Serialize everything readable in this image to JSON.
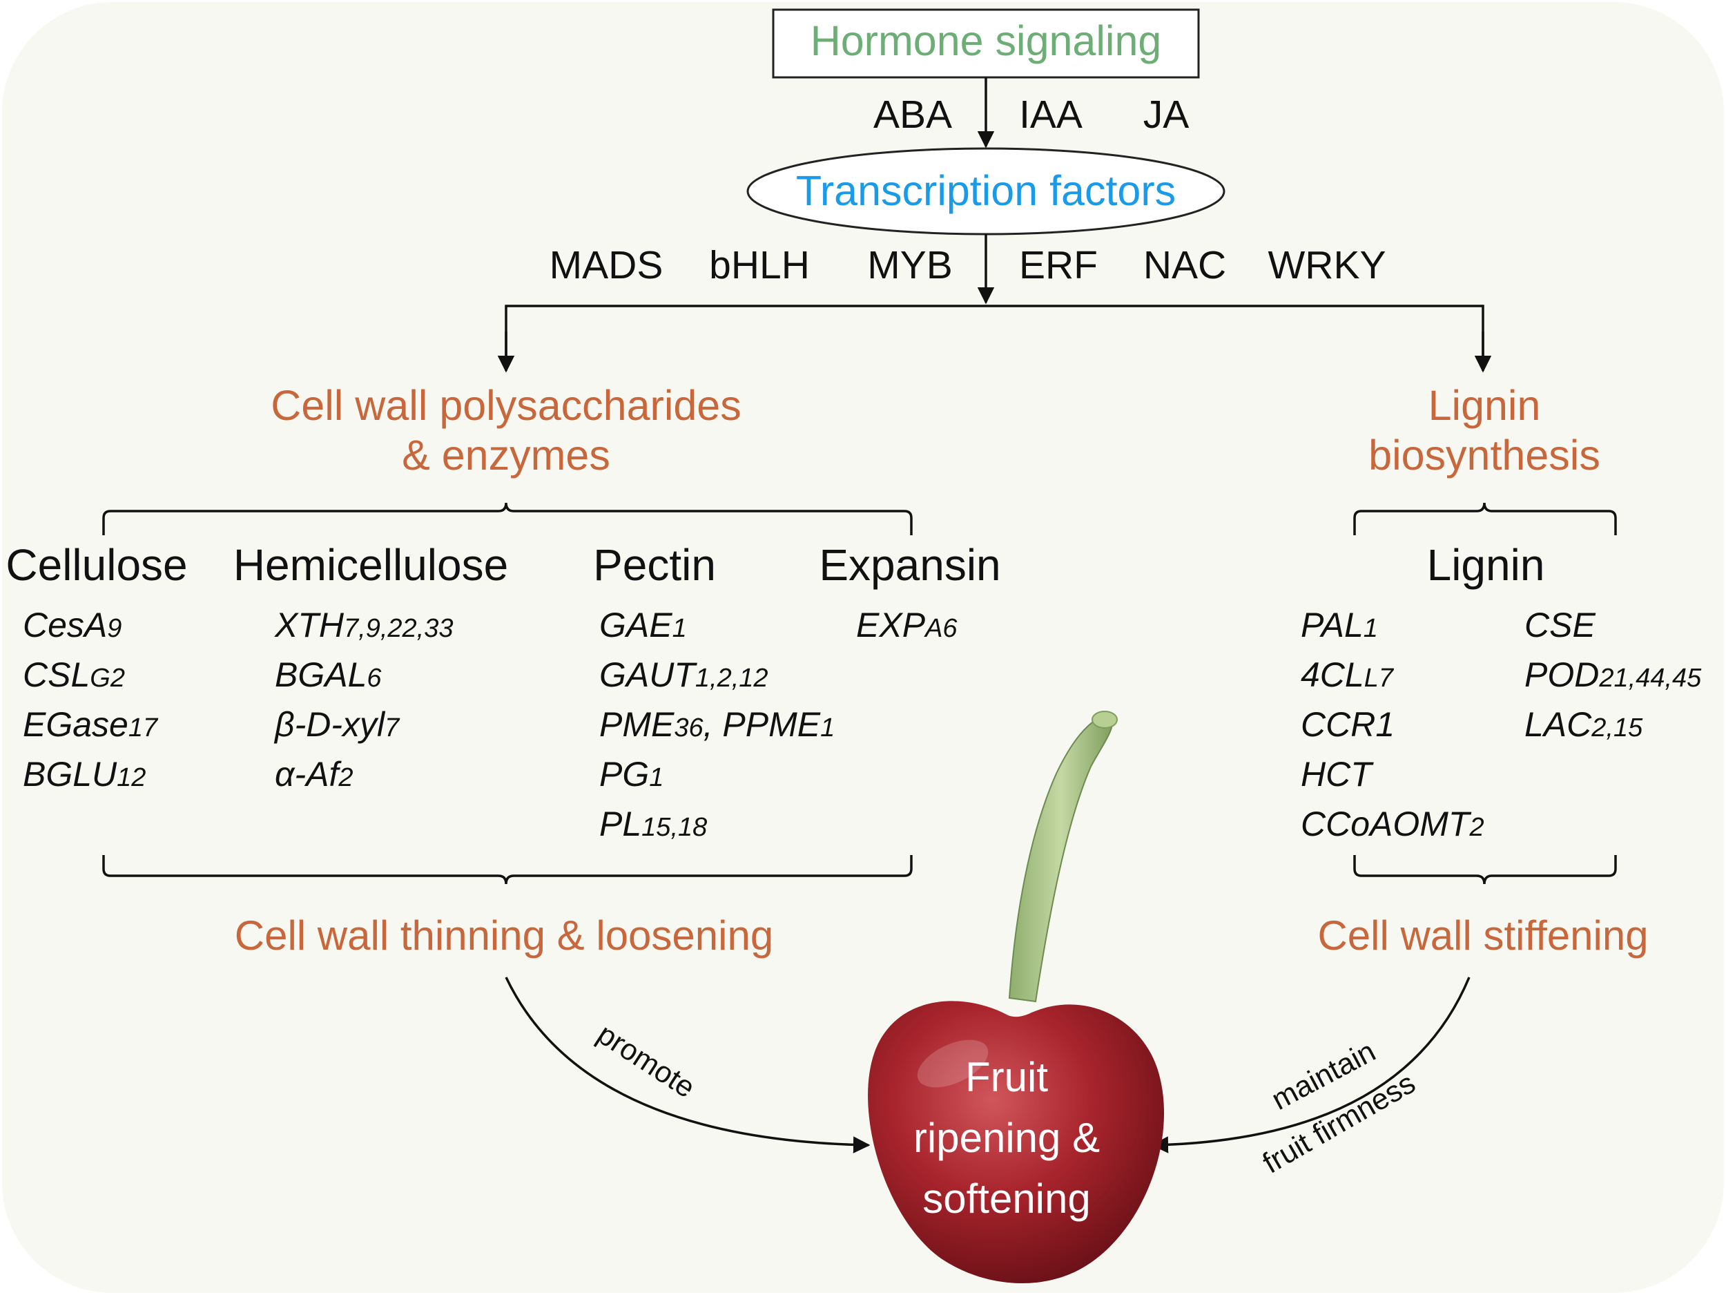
{
  "hormone": {
    "title": "Hormone signaling",
    "labels": [
      "ABA",
      "IAA",
      "JA"
    ]
  },
  "tf": {
    "title": "Transcription factors",
    "labels": [
      "MADS",
      "bHLH",
      "MYB",
      "ERF",
      "NAC",
      "WRKY"
    ]
  },
  "left_branch": {
    "title_line1": "Cell wall polysaccharides",
    "title_line2": "& enzymes",
    "groups": [
      {
        "heading": "Cellulose",
        "genes": [
          [
            "CesA",
            "9"
          ],
          [
            "CSL",
            "G2"
          ],
          [
            "EGase",
            "17"
          ],
          [
            "BGLU",
            "12"
          ]
        ]
      },
      {
        "heading": "Hemicellulose",
        "genes": [
          [
            "XTH",
            "7,9,22,33"
          ],
          [
            "BGAL",
            "6"
          ],
          [
            "β-D-xyl",
            "7"
          ],
          [
            "α-Af",
            "2"
          ]
        ]
      },
      {
        "heading": "Pectin",
        "genes": [
          [
            "GAE",
            "1"
          ],
          [
            "GAUT",
            "1,2,12"
          ],
          [
            "PME",
            "36",
            ", PPME",
            "1"
          ],
          [
            "PG",
            "1"
          ],
          [
            "PL",
            "15,18"
          ]
        ]
      },
      {
        "heading": "Expansin",
        "genes": [
          [
            "EXP",
            "A6"
          ]
        ]
      }
    ],
    "outcome": "Cell wall thinning & loosening",
    "arrow_label": "promote"
  },
  "right_branch": {
    "title_line1": "Lignin",
    "title_line2": "biosynthesis",
    "heading": "Lignin",
    "genes_col1": [
      [
        "PAL",
        "1"
      ],
      [
        "4CL",
        "L7"
      ],
      [
        "CCR1",
        ""
      ],
      [
        "HCT",
        ""
      ],
      [
        "CCoAOMT",
        "2"
      ]
    ],
    "genes_col2": [
      [
        "CSE",
        ""
      ],
      [
        "POD",
        "21,44,45"
      ],
      [
        "LAC",
        "2,15"
      ]
    ],
    "outcome": "Cell wall stiffening",
    "arrow_label_line1": "maintain",
    "arrow_label_line2": "fruit firmness"
  },
  "fruit": {
    "line1": "Fruit",
    "line2": "ripening &",
    "line3": "softening"
  },
  "colors": {
    "background": "#f6f8f1",
    "accent_orange": "#c8673b",
    "hormone_green": "#6dad76",
    "tf_blue": "#1a9bea",
    "cherry_red": "#a8242c",
    "stem_green": "#a9c486"
  }
}
